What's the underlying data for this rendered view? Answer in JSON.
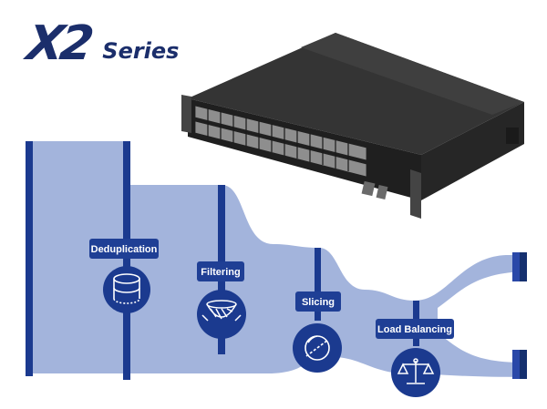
{
  "brand": {
    "logo_text": "X2",
    "series_text": "Series"
  },
  "colors": {
    "pipe_fill": "#a3b4dc",
    "navy": "#1b3a8f",
    "label_bg": "#1f3f95",
    "device_body": "#2a2a2a"
  },
  "stages": [
    {
      "label": "Deduplication",
      "icon": "database-stack-icon"
    },
    {
      "label": "Filtering",
      "icon": "funnel-filter-icon"
    },
    {
      "label": "Slicing",
      "icon": "sliced-packet-icon"
    },
    {
      "label": "Load Balancing",
      "icon": "balance-scale-icon"
    }
  ]
}
